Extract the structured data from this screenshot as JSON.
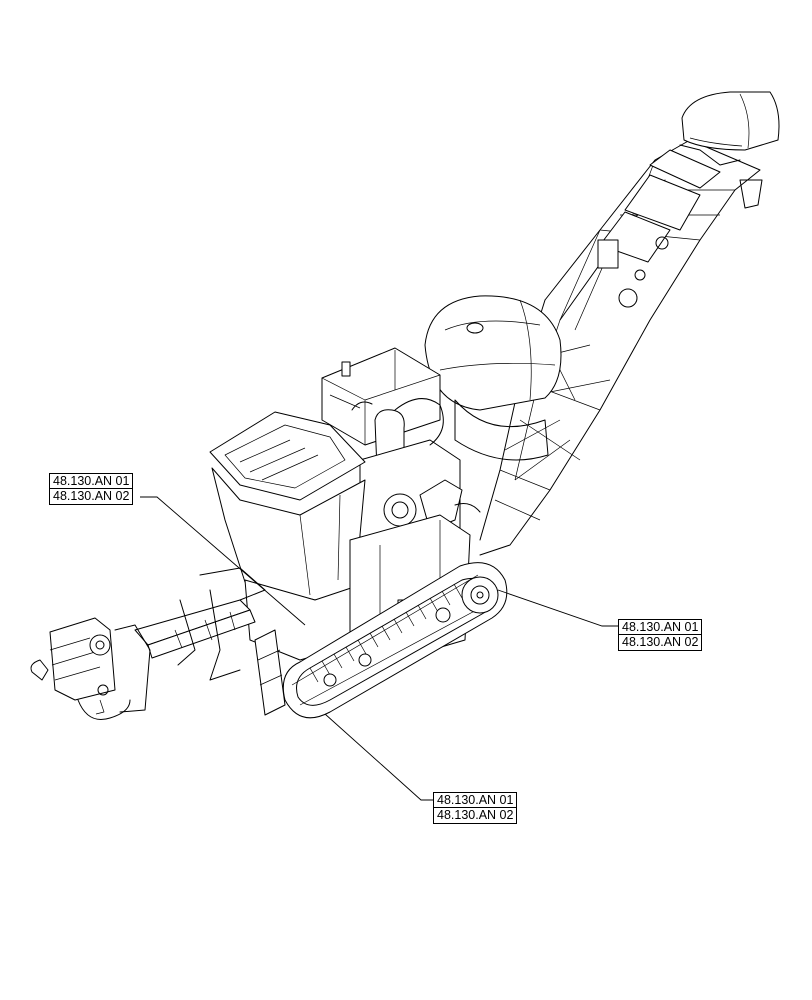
{
  "callouts": [
    {
      "refs": [
        "48.130.AN 01",
        "48.130.AN 02"
      ]
    },
    {
      "refs": [
        "48.130.AN 01",
        "48.130.AN 02"
      ]
    },
    {
      "refs": [
        "48.130.AN 01",
        "48.130.AN 02"
      ]
    }
  ]
}
